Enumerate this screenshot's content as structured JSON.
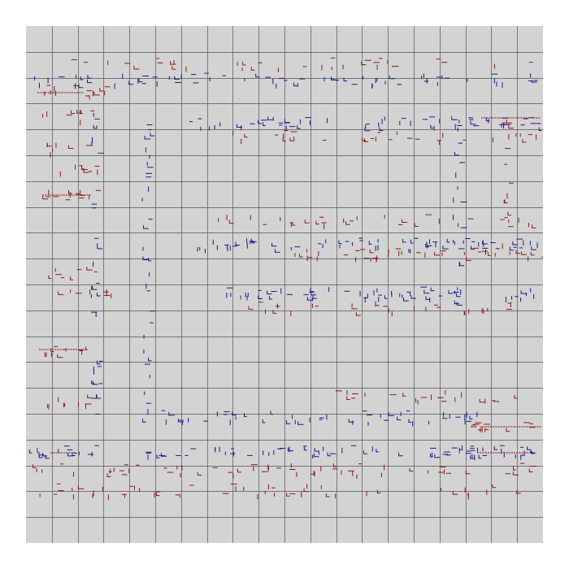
{
  "view": {
    "background_color": "#d3d3d3",
    "grid_line_color": "#555555",
    "grid_divisions": 20
  },
  "glyph_colors": {
    "red": "#8b1a1a",
    "blue": "#1a1a8b"
  },
  "glyph_kinds": [
    "tick",
    "dash",
    "corner"
  ]
}
